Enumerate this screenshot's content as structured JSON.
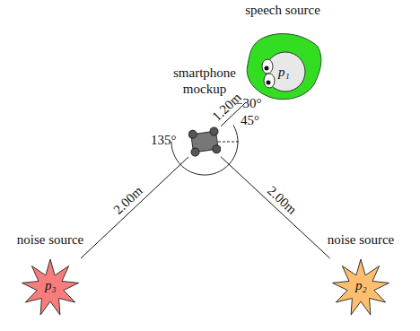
{
  "diagram": {
    "nodes": [
      {
        "text": [
          "speech source",
          "p₁"
        ]
      },
      {
        "text": [
          "smartphone mockup"
        ]
      },
      {
        "text": [
          "noise source",
          "p₃"
        ]
      },
      {
        "text": [
          "noise source",
          "p₂"
        ]
      }
    ],
    "edges": [
      {
        "from": 1,
        "to": 0,
        "label": "1.20m",
        "arrow": "none"
      },
      {
        "from": 1,
        "to": 2,
        "label": "2.00m",
        "arrow": "none"
      },
      {
        "from": 1,
        "to": 3,
        "label": "2.00m",
        "arrow": "none"
      }
    ],
    "labels": [
      "−30°",
      "45°",
      "135°"
    ]
  }
}
